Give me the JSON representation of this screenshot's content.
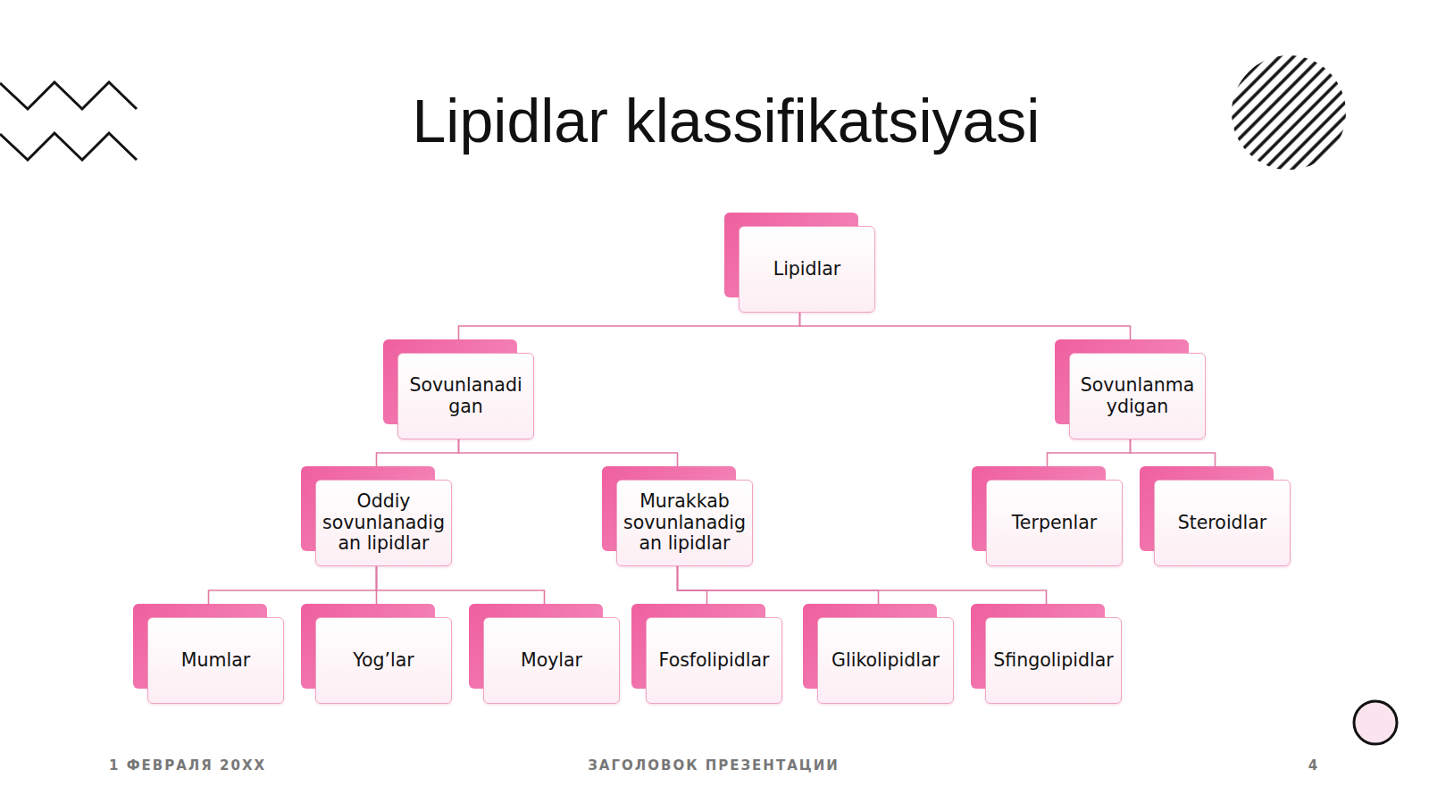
{
  "diagram": {
    "title": "Lipidlar klassifikatsiyasi",
    "nodes": [
      {
        "text": [
          "Lipidlar"
        ]
      },
      {
        "text": [
          "Sovunlanadigan"
        ]
      },
      {
        "text": [
          "Sovunlanmaydigan"
        ]
      },
      {
        "text": [
          "Oddiy sovunlanadigan lipidlar"
        ]
      },
      {
        "text": [
          "Murakkab sovunlanadigan lipidlar"
        ]
      },
      {
        "text": [
          "Terpenlar"
        ]
      },
      {
        "text": [
          "Steroidlar"
        ]
      },
      {
        "text": [
          "Mumlar"
        ]
      },
      {
        "text": [
          "Yog’lar"
        ]
      },
      {
        "text": [
          "Moylar"
        ]
      },
      {
        "text": [
          "Fosfolipidlar"
        ]
      },
      {
        "text": [
          "Glikolipidlar"
        ]
      },
      {
        "text": [
          "Sfingolipidlar"
        ]
      }
    ],
    "edges": [
      {
        "from": 0,
        "to": 1,
        "arrow": "none"
      },
      {
        "from": 0,
        "to": 2,
        "arrow": "none"
      },
      {
        "from": 1,
        "to": 3,
        "arrow": "none"
      },
      {
        "from": 1,
        "to": 4,
        "arrow": "none"
      },
      {
        "from": 2,
        "to": 5,
        "arrow": "none"
      },
      {
        "from": 2,
        "to": 6,
        "arrow": "none"
      },
      {
        "from": 3,
        "to": 7,
        "arrow": "none"
      },
      {
        "from": 3,
        "to": 8,
        "arrow": "none"
      },
      {
        "from": 3,
        "to": 9,
        "arrow": "none"
      },
      {
        "from": 4,
        "to": 10,
        "arrow": "none"
      },
      {
        "from": 4,
        "to": 11,
        "arrow": "none"
      },
      {
        "from": 4,
        "to": 12,
        "arrow": "none"
      }
    ],
    "labels": [
      "1 ФЕВРАЛЯ 20XX",
      "ЗАГОЛОВОК ПРЕЗЕНТАЦИИ",
      "4"
    ]
  }
}
